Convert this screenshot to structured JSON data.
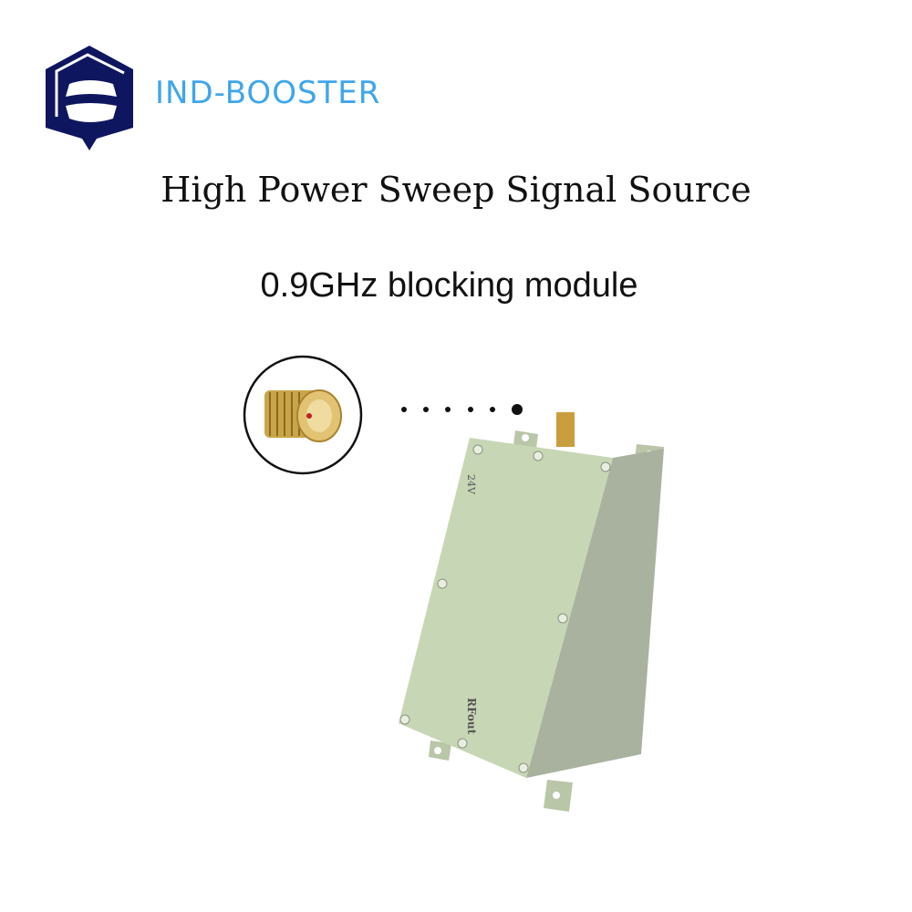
{
  "brand": {
    "name": "IND-BOOSTER",
    "logo_color": "#0f1660",
    "text_color": "#3ea6ea"
  },
  "title": "High Power Sweep Signal Source",
  "subtitle": "0.9GHz blocking module",
  "module": {
    "label_power": "24V",
    "label_output": "RFout",
    "body_color": "#c7d6b5"
  }
}
